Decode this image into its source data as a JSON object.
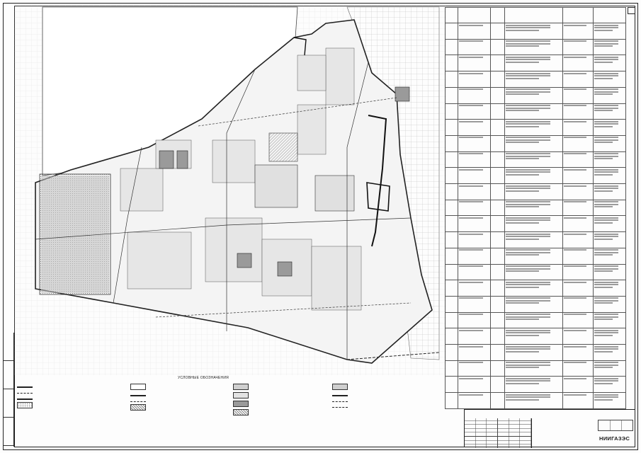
{
  "sheet": {
    "number": "",
    "copy_label": ""
  },
  "legend": {
    "title": "УСЛОВНЫЕ ОБОЗНАЧЕНИЯ",
    "items": [
      {
        "id": "boundary-planning",
        "style": "line",
        "text": ""
      },
      {
        "id": "boundary-ddt",
        "style": "dash",
        "text": ""
      },
      {
        "id": "boundary-zone-6",
        "style": "line",
        "text": ""
      },
      {
        "id": "roads",
        "style": "dot",
        "text": ""
      },
      {
        "id": "zu-number",
        "style": "label",
        "text": ""
      },
      {
        "id": "red-lines",
        "style": "line",
        "text": ""
      },
      {
        "id": "existing-roads",
        "style": "dash",
        "text": ""
      },
      {
        "id": "plot-public",
        "style": "hatch",
        "text": ""
      },
      {
        "id": "plot-residential",
        "style": "grey",
        "text": ""
      },
      {
        "id": "plot-education",
        "style": "lgrey",
        "text": ""
      },
      {
        "id": "plot-engineering",
        "style": "dark",
        "text": ""
      },
      {
        "id": "plot-parks",
        "style": "hatch",
        "text": ""
      },
      {
        "id": "plot-transport",
        "style": "grey",
        "text": ""
      },
      {
        "id": "plot-boundary-city",
        "style": "line",
        "text": ""
      },
      {
        "id": "plot-road-project",
        "style": "dash",
        "text": ""
      },
      {
        "id": "plot-pipeline",
        "style": "dash",
        "text": ""
      }
    ]
  },
  "table": {
    "headers": [
      "",
      "",
      "",
      "",
      "",
      ""
    ],
    "rows": [
      [
        "",
        "",
        "",
        "",
        "",
        ""
      ],
      [
        "",
        "",
        "",
        "",
        "",
        ""
      ],
      [
        "",
        "",
        "",
        "",
        "",
        ""
      ],
      [
        "",
        "",
        "",
        "",
        "",
        ""
      ],
      [
        "",
        "",
        "",
        "",
        "",
        ""
      ],
      [
        "",
        "",
        "",
        "",
        "",
        ""
      ],
      [
        "",
        "",
        "",
        "",
        "",
        ""
      ],
      [
        "",
        "",
        "",
        "",
        "",
        ""
      ],
      [
        "",
        "",
        "",
        "",
        "",
        ""
      ],
      [
        "",
        "",
        "",
        "",
        "",
        ""
      ],
      [
        "",
        "",
        "",
        "",
        "",
        ""
      ],
      [
        "",
        "",
        "",
        "",
        "",
        ""
      ],
      [
        "",
        "",
        "",
        "",
        "",
        ""
      ],
      [
        "",
        "",
        "",
        "",
        "",
        ""
      ],
      [
        "",
        "",
        "",
        "",
        "",
        ""
      ],
      [
        "",
        "",
        "",
        "",
        "",
        ""
      ],
      [
        "",
        "",
        "",
        "",
        "",
        ""
      ],
      [
        "",
        "",
        "",
        "",
        "",
        ""
      ],
      [
        "",
        "",
        "",
        "",
        "",
        ""
      ],
      [
        "",
        "",
        "",
        "",
        "",
        ""
      ],
      [
        "",
        "",
        "",
        "",
        "",
        ""
      ],
      [
        "",
        "",
        "",
        "",
        "",
        ""
      ],
      [
        "",
        "",
        "",
        "",
        "",
        ""
      ],
      [
        "",
        "",
        "",
        "",
        "",
        ""
      ]
    ]
  },
  "title_block": {
    "code": "",
    "description": "",
    "logo": "НИИГАЗЭС",
    "logo_sub": ""
  },
  "map_labels": {
    "plots": [
      "",
      "",
      "",
      "",
      "",
      "",
      "",
      "",
      "",
      "",
      "",
      "",
      "",
      "",
      "",
      "",
      "",
      "",
      "",
      ""
    ]
  },
  "colors": {
    "ink": "#222222",
    "plot_fill": "#cfcfcf",
    "plot_dark": "#9a9a9a",
    "paper": "#fdfdfd"
  }
}
